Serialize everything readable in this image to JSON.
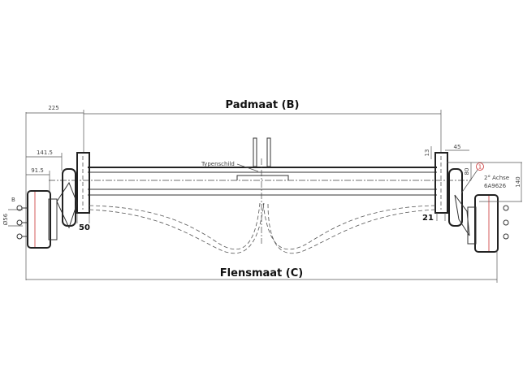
{
  "labels": {
    "padmaat": "Padmaat (B)",
    "flensmaat": "Flensmaat (C)",
    "typenschild": "Typenschild",
    "dim_225": "225",
    "dim_141_5": "141.5",
    "dim_91_5": "91.5",
    "dim_b": "B",
    "dim_d56": "Ø56",
    "dim_50": "50",
    "dim_13": "13",
    "dim_45": "45",
    "dim_80": "80",
    "dim_140": "140",
    "dim_21": "21",
    "callout_num": "1",
    "axle_name": "2° Achse",
    "axle_code": "6A9626"
  }
}
